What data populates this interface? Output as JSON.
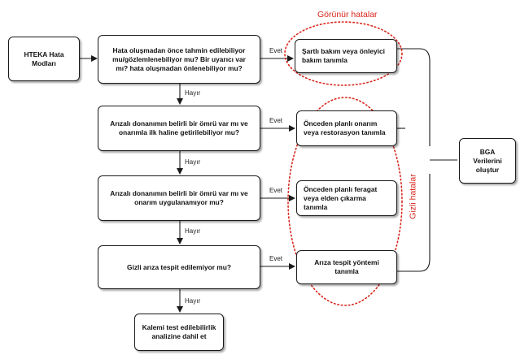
{
  "nodes": {
    "start": "HTEKA Hata Modları",
    "q1": "Hata oluşmadan önce tahmin edilebiliyor mu/gözlemlenebiliyor mu? Bir uyarıcı var mı? hata oluşmadan önlenebiliyor mu?",
    "q2": "Arızalı donanımın belirli bir ömrü var mı ve onarımla ilk haline getirilebiliyor mu?",
    "q3": "Arızalı donanımın belirli bir ömrü var mı ve onarım uygulanamıyor mu?",
    "q4": "Gizli arıza tespit edilemiyor mu?",
    "end": "Kalemi test edilebilirlik analizine dahil et",
    "a1": "Şartlı bakım veya önleyici bakım tanımla",
    "a2": "Önceden planlı onarım veya restorasyon tanımla",
    "a3": "Önceden planlı feragat veya elden çıkarma tanımla",
    "a4": "Arıza tespit yöntemi tanımla",
    "bga": "BGA Verilerini oluştur"
  },
  "edges": {
    "yes": "Evet",
    "no": "Hayır"
  },
  "groups": {
    "visible": "Görünür hatalar",
    "hidden": "Gizli hatalar"
  },
  "colors": {
    "accent": "#d9261c",
    "line": "#1a1a1a"
  }
}
